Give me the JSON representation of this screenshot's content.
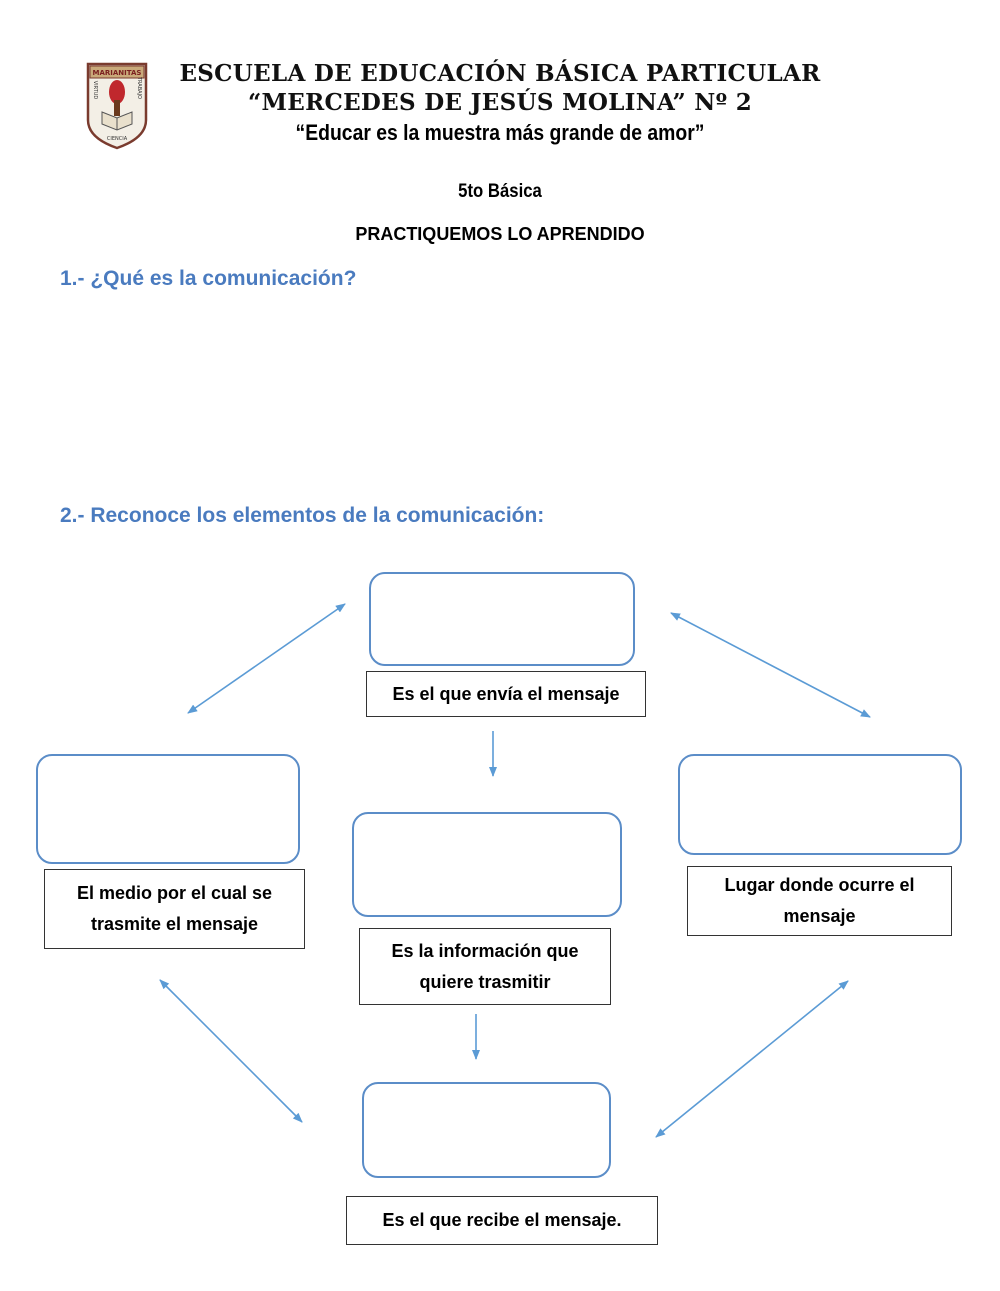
{
  "header": {
    "school_line1": "ESCUELA DE EDUCACIÓN BÁSICA PARTICULAR",
    "school_line2": "“MERCEDES DE JESÚS MOLINA” Nº 2",
    "motto": "“Educar es la muestra más grande de amor”",
    "logo": {
      "banner_text": "MARIANITAS",
      "left_text": "VIRTUD",
      "right_text": "TRABAJO",
      "bottom_text": "CIENCIA",
      "icon": "torch-and-book-shield-icon"
    }
  },
  "grade": "5to Básica",
  "title": "PRACTIQUEMOS LO APRENDIDO",
  "questions": [
    {
      "text": "1.- ¿Qué es la comunicación?"
    },
    {
      "text": "2.- Reconoce los elementos de la comunicación:"
    }
  ],
  "diagram": {
    "labels": {
      "emisor": "Es el que envía el mensaje",
      "canal": "El medio por el cual se trasmite el mensaje",
      "mensaje": "Es la información que quiere trasmitir",
      "contexto": "Lugar donde ocurre el mensaje",
      "receptor": "Es el que recibe el mensaje."
    },
    "colors": {
      "box_border": "#5b8dc8",
      "arrow": "#5b9bd5",
      "question": "#4a7bbf"
    }
  }
}
